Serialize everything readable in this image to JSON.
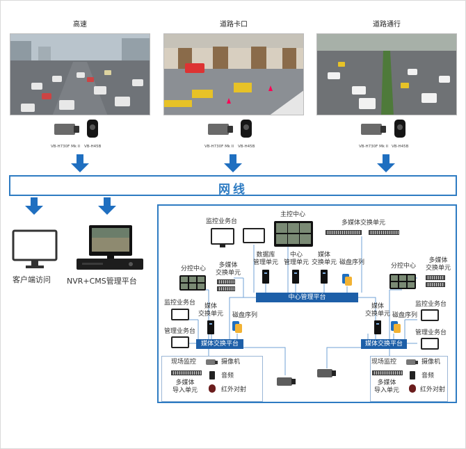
{
  "scenes": [
    {
      "title": "高速",
      "cam1": "VB-H730F Mk II",
      "cam2": "VB-H45B"
    },
    {
      "title": "道路卡口",
      "cam1": "VB-H730F Mk II",
      "cam2": "VB-H45B"
    },
    {
      "title": "道路通行",
      "cam1": "VB-H730F Mk II",
      "cam2": "VB-H45B"
    }
  ],
  "network": {
    "label": "网线"
  },
  "clients": {
    "client_label": "客户端访问",
    "nvr_label": "NVR+CMS管理平台"
  },
  "system": {
    "center_title": "主控中心",
    "monitor_service_top": "监控业务台",
    "multimedia_switch_top": "多媒体交换单元",
    "database_unit": [
      "数据库",
      "管理单元"
    ],
    "center_unit": [
      "中心",
      "管理单元"
    ],
    "media_switch_unit": [
      "媒体",
      "交换单元"
    ],
    "disk_array_center": "磁盘序列",
    "center_platform": "中心管理平台",
    "left": {
      "sub_center": "分控中心",
      "multimedia_switch": [
        "多媒体",
        "交换单元"
      ],
      "monitor_service": "监控业务台",
      "manage_service": "管理业务台",
      "media_switch": [
        "媒体",
        "交换单元"
      ],
      "disk_array": "磁盘序列",
      "platform": "媒体交换平台",
      "field_monitor": "现场监控",
      "camera": "摄像机",
      "audio": "音频",
      "infrared": "红外对射",
      "import_unit": [
        "多媒体",
        "导入单元"
      ]
    },
    "right": {
      "sub_center": "分控中心",
      "multimedia_switch": [
        "多媒体",
        "交换单元"
      ],
      "monitor_service": "监控业务台",
      "manage_service": "管理业务台",
      "media_switch": [
        "媒体",
        "交换单元"
      ],
      "disk_array": "磁盘序列",
      "platform": "媒体交换平台",
      "field_monitor": "现场监控",
      "camera": "摄像机",
      "audio": "音频",
      "infrared": "红外对射",
      "import_unit": [
        "多媒体",
        "导入单元"
      ]
    }
  },
  "colors": {
    "accent": "#2d7bc2",
    "bus": "#1d5fa8"
  }
}
